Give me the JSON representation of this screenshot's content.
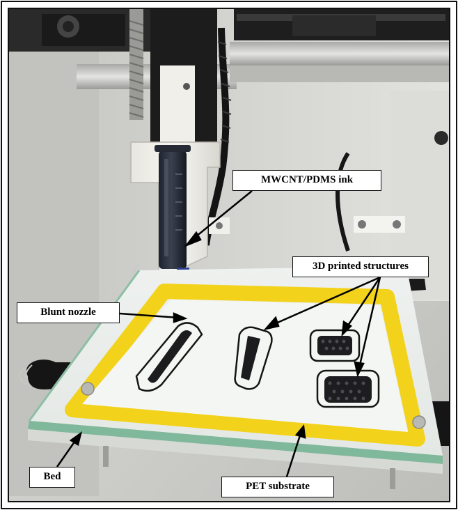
{
  "labels": {
    "ink": "MWCNT/PDMS ink",
    "structures": "3D printed structures",
    "nozzle": "Blunt nozzle",
    "bed": "Bed",
    "substrate": "PET substrate"
  },
  "colors": {
    "tape": "#f2d21b",
    "frame": "#111111",
    "glass_edge": "#7fb89a",
    "ink": "#1a1a1f"
  }
}
